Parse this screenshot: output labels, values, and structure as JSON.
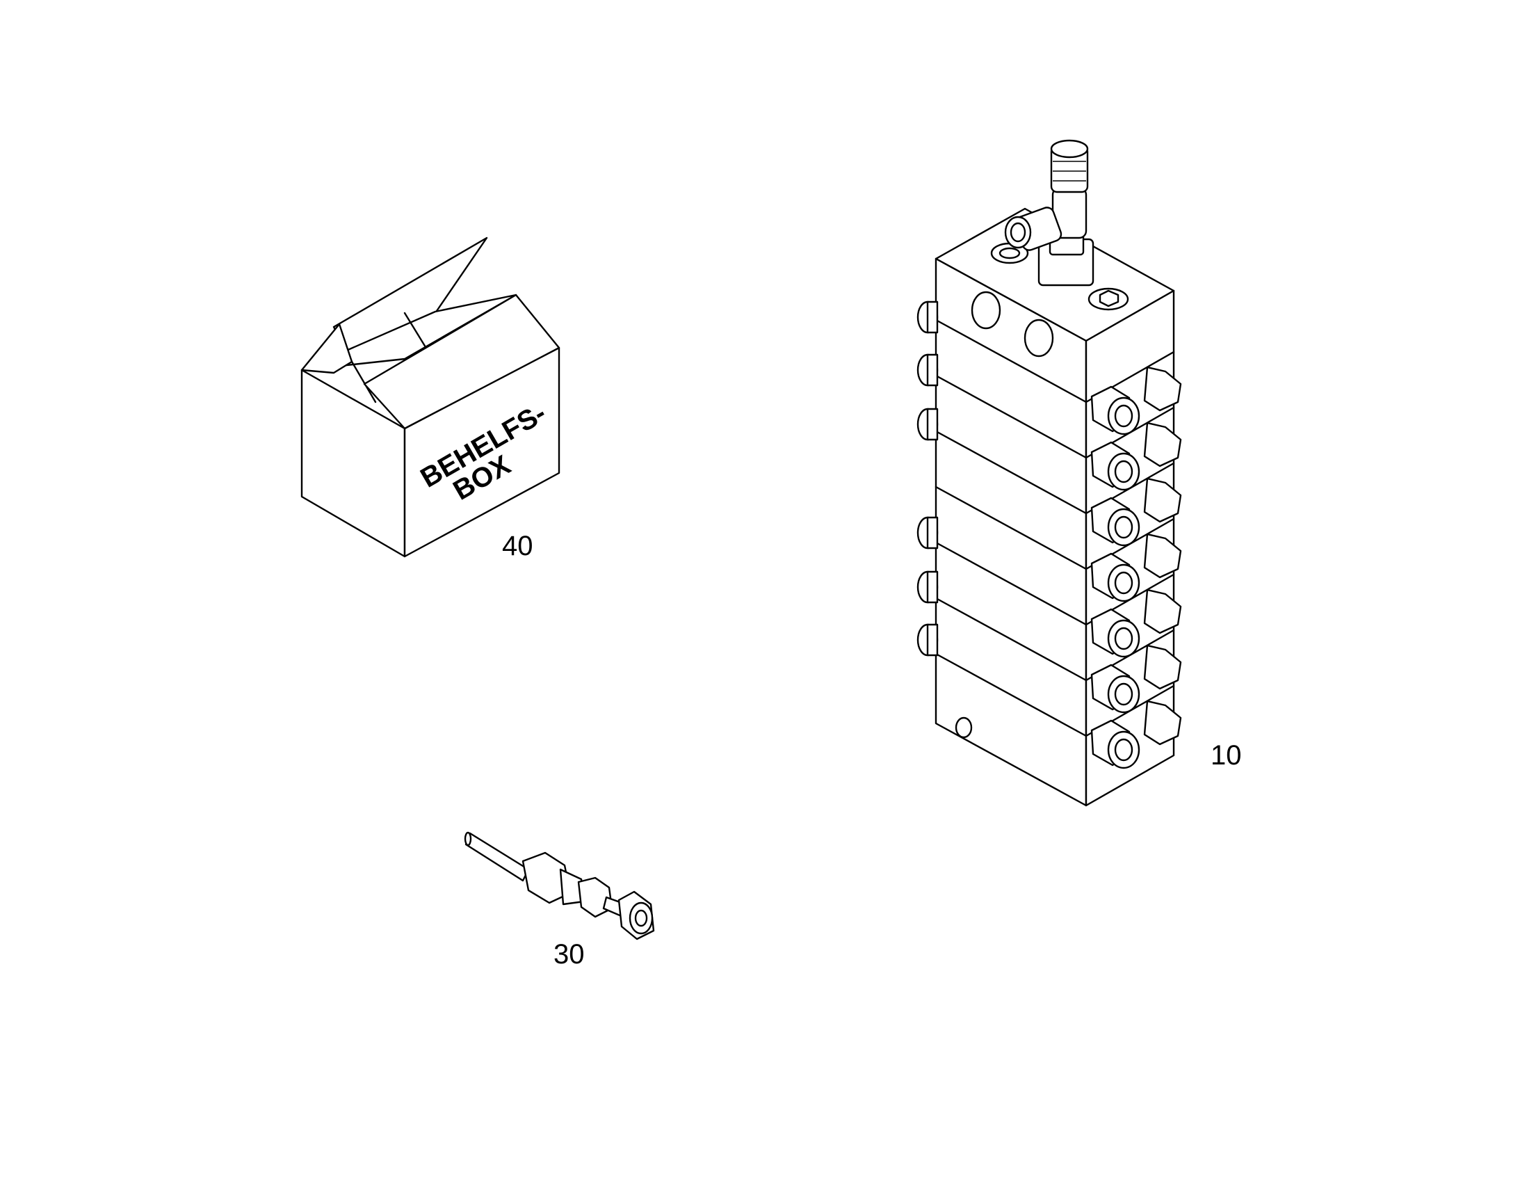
{
  "diagram": {
    "parts": [
      {
        "id": "box",
        "label": "40",
        "box_text_line1": "BEHELFS-",
        "box_text_line2": "BOX"
      },
      {
        "id": "distributor-block",
        "label": "10"
      },
      {
        "id": "pipe-fitting",
        "label": "30"
      }
    ]
  }
}
